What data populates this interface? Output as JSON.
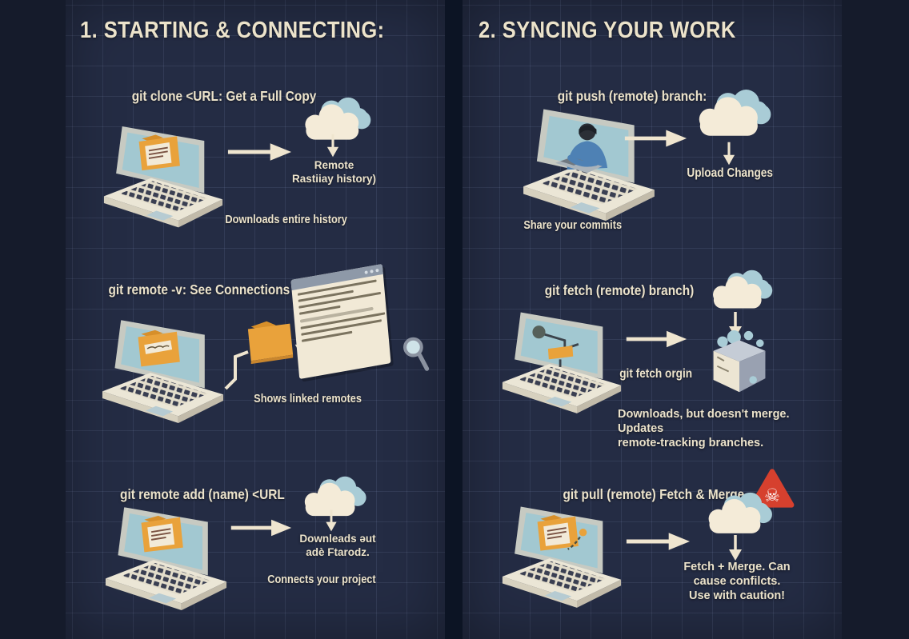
{
  "colors": {
    "background": "#151b2b",
    "panel": "#242c44",
    "divider": "#0c1424",
    "text_cream": "#ece3cb",
    "accent_orange": "#e9a23b",
    "cloud_blue": "#a9ccd6",
    "cloud_cream": "#f4ebd8",
    "screen_blue": "#a2c8d1",
    "warning_red": "#d6402e"
  },
  "icons": {
    "warning_skull": "☠"
  },
  "left": {
    "title": "1. STARTING & CONNECTING:",
    "row1": {
      "caption": "git clone <URL: Get a Full Copy",
      "cloud_line1": "Remote",
      "cloud_line2": "Rastiiay history)",
      "note": "Downloads entire history"
    },
    "row2": {
      "caption": "git remote -v: See Connections",
      "note": "Shows linked remotes"
    },
    "row3": {
      "caption": "git remote add (name) <URL",
      "cloud_line1": "Downleads əut",
      "cloud_line2": "adè Ftarodz.",
      "note": "Connects your project"
    }
  },
  "right": {
    "title": "2. SYNCING YOUR WORK",
    "row1": {
      "caption": "git push (remote) branch:",
      "cloud_label": "Upload Changes",
      "note": "Share your commits"
    },
    "row2": {
      "caption": "git fetch (remote) branch)",
      "command": "git fetch orgin",
      "note_line1": "Downloads, but doesn't merge. Updates",
      "note_line2": "remote-tracking branches."
    },
    "row3": {
      "caption": "git pull (remote) Fetch & Merge",
      "note_line1": "Fetch + Merge. Can",
      "note_line2": "cause confilcts.",
      "note_line3": "Use with caution!"
    }
  }
}
